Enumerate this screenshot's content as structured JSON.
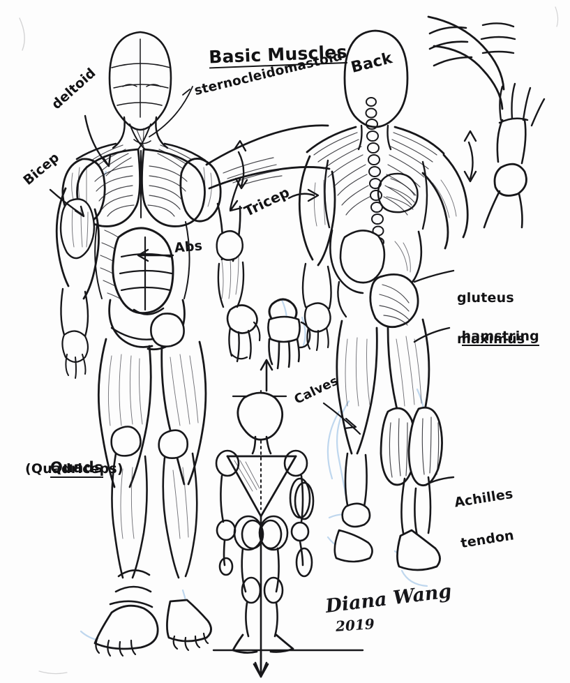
{
  "page": {
    "title": "Basic Muscles",
    "medium": "hand-drawn ink anatomy study on white paper",
    "background_color": "#fdfdfd",
    "ink_color": "#17171a",
    "underdrawing_color": "#a9c9e8"
  },
  "labels": {
    "title": "Basic Muscles",
    "sternocleidomastoid": "sternocleidomastoid",
    "deltoid": "deltoid",
    "bicep": "Bicep",
    "abs": "Abs",
    "tricep": "Tricep",
    "quads": "Quads",
    "quads_full": "(Quadriceps)",
    "back": "Back",
    "gluteus_line1": "gluteus",
    "gluteus_line2": "maximus",
    "hamstring": "hamstring",
    "calves": "Calves",
    "achilles_line1": "Achilles",
    "achilles_line2": "tendon"
  },
  "signature": {
    "name": "Diana Wang",
    "year": "2019"
  },
  "figures": [
    {
      "name": "front-figure",
      "view": "anterior",
      "position": "left"
    },
    {
      "name": "back-figure",
      "view": "posterior",
      "position": "right"
    },
    {
      "name": "mannequin-figure",
      "view": "simplified-construction",
      "position": "center-bottom"
    }
  ],
  "annotations": [
    {
      "name": "sternocleidomastoid-leader",
      "type": "leader-line"
    },
    {
      "name": "deltoid-arrow",
      "type": "arrow"
    },
    {
      "name": "bicep-arrow",
      "type": "arrow"
    },
    {
      "name": "abs-arrow",
      "type": "arrow"
    },
    {
      "name": "tricep-arrow-left",
      "type": "arrow"
    },
    {
      "name": "tricep-arrow-right",
      "type": "double-arrow"
    },
    {
      "name": "gluteus-leader",
      "type": "leader-line"
    },
    {
      "name": "hamstring-leader",
      "type": "leader-line"
    },
    {
      "name": "calves-leader",
      "type": "leader-line"
    },
    {
      "name": "achilles-leader",
      "type": "leader-line"
    },
    {
      "name": "forearm-rotation-arrow",
      "type": "double-arrow"
    },
    {
      "name": "hand-up-arrow",
      "type": "arrow"
    },
    {
      "name": "gravity-down-arrow",
      "type": "arrow"
    },
    {
      "name": "mannequin-center-axis",
      "type": "axis-line"
    },
    {
      "name": "ground-line",
      "type": "baseline"
    }
  ]
}
